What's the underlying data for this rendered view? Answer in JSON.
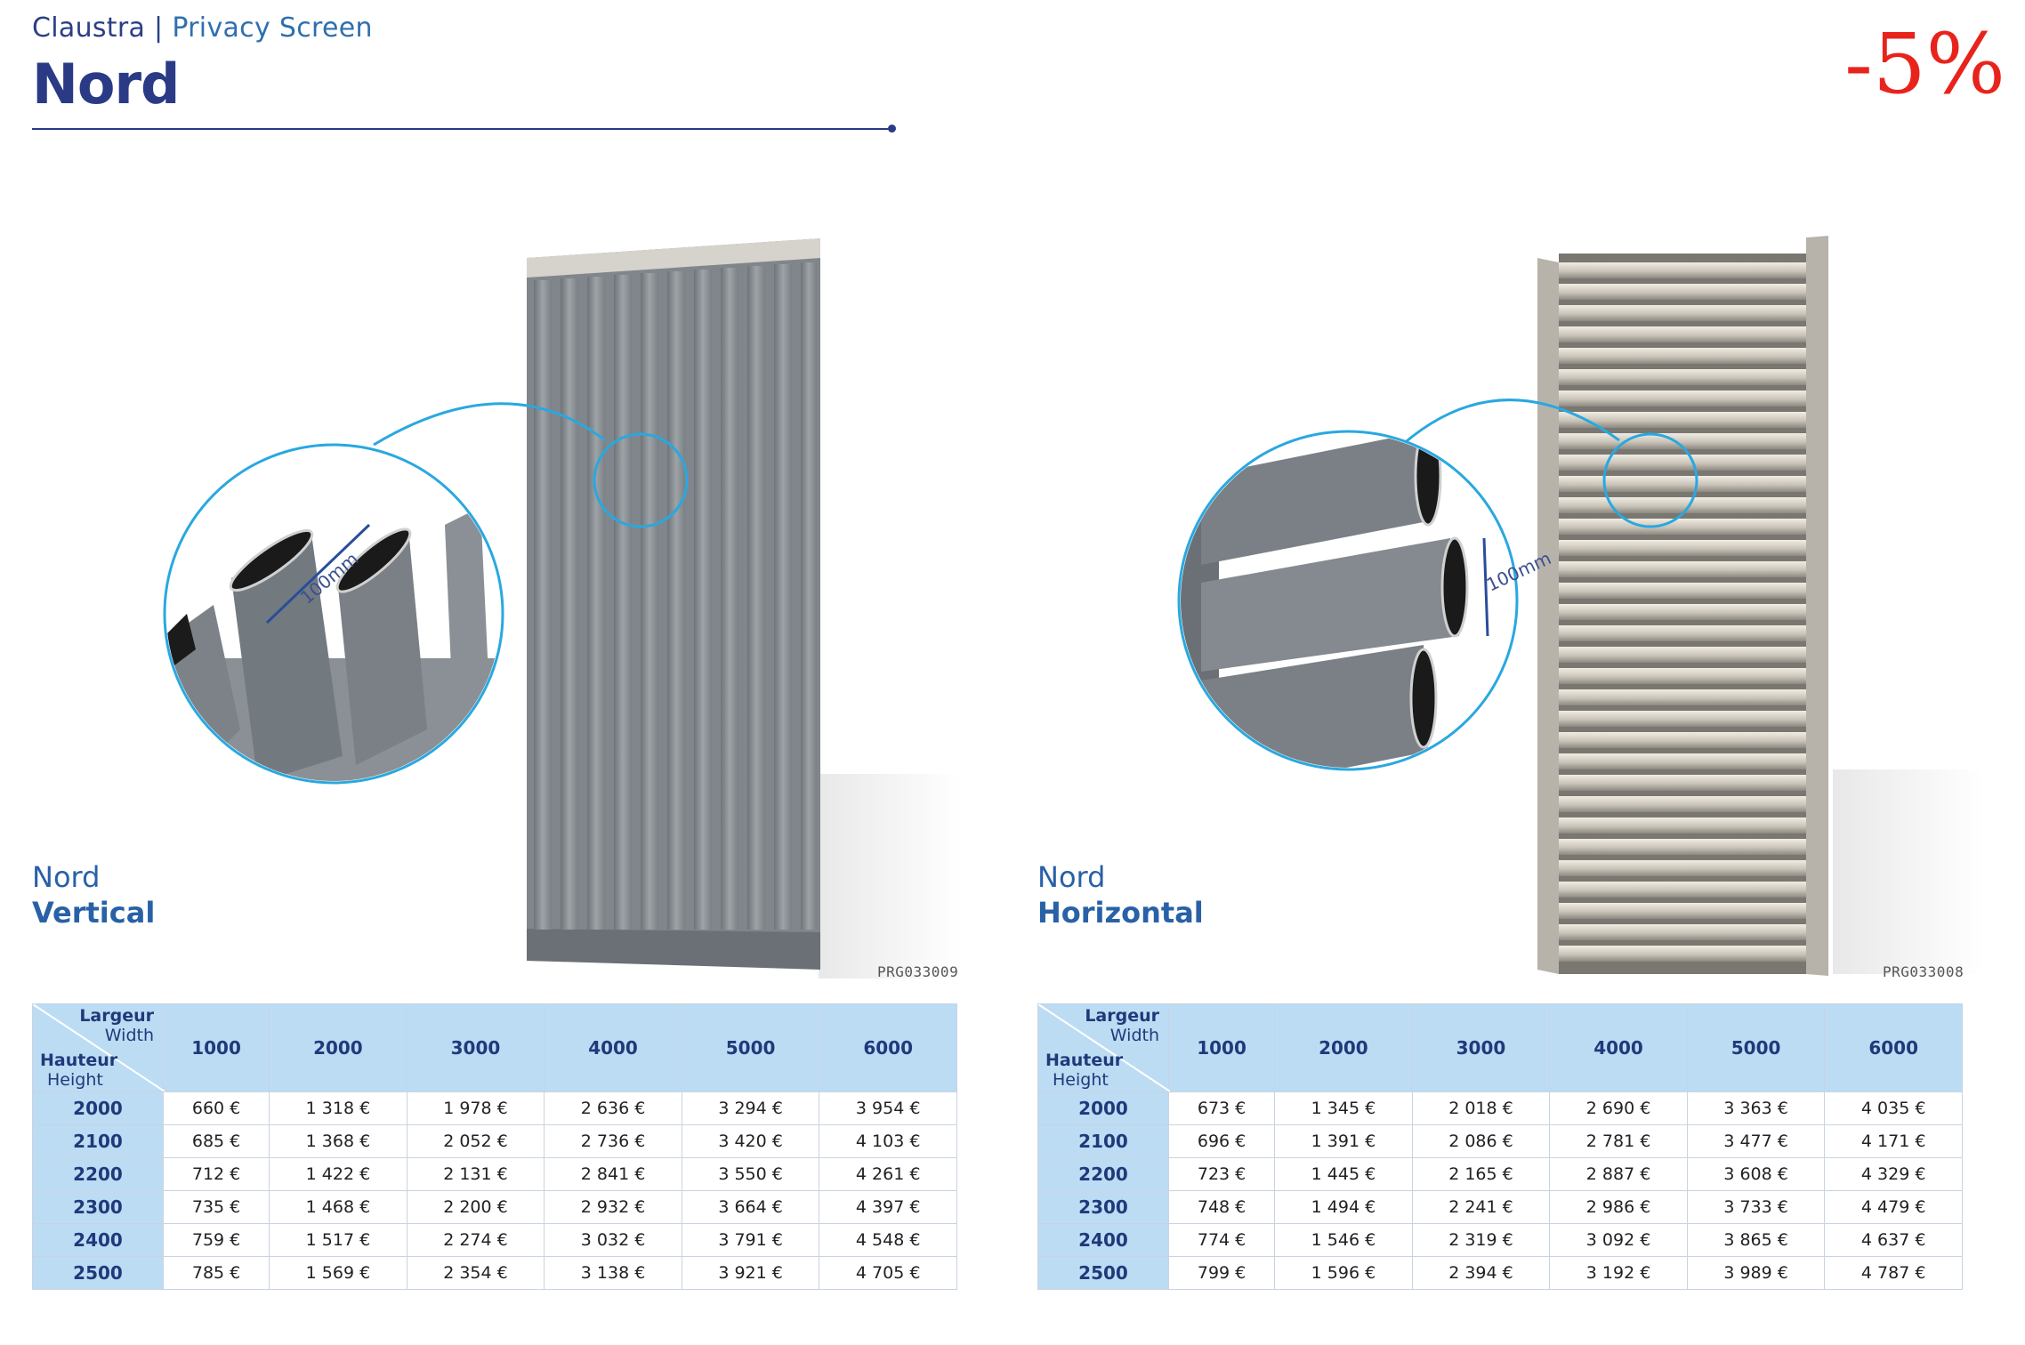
{
  "header": {
    "category": "Claustra",
    "separator": "|",
    "category_en": "Privacy Screen",
    "title": "Nord",
    "discount": "-5%"
  },
  "products": [
    {
      "name": "Nord",
      "variant": "Vertical",
      "code": "PRG033009",
      "dimension_label": "100mm",
      "table": {
        "corner_top": "Largeur",
        "corner_top_en": "Width",
        "corner_bottom": "Hauteur",
        "corner_bottom_en": "Height",
        "columns": [
          "1000",
          "2000",
          "3000",
          "4000",
          "5000",
          "6000"
        ],
        "rows": [
          {
            "height": "2000",
            "prices": [
              "660 €",
              "1 318 €",
              "1 978 €",
              "2 636 €",
              "3 294 €",
              "3 954 €"
            ]
          },
          {
            "height": "2100",
            "prices": [
              "685 €",
              "1 368 €",
              "2 052 €",
              "2 736 €",
              "3 420 €",
              "4 103 €"
            ]
          },
          {
            "height": "2200",
            "prices": [
              "712 €",
              "1 422 €",
              "2 131 €",
              "2 841 €",
              "3 550 €",
              "4 261 €"
            ]
          },
          {
            "height": "2300",
            "prices": [
              "735 €",
              "1 468 €",
              "2 200 €",
              "2 932 €",
              "3 664 €",
              "4 397 €"
            ]
          },
          {
            "height": "2400",
            "prices": [
              "759 €",
              "1 517 €",
              "2 274 €",
              "3 032 €",
              "3 791 €",
              "4 548 €"
            ]
          },
          {
            "height": "2500",
            "prices": [
              "785 €",
              "1 569 €",
              "2 354 €",
              "3 138 €",
              "3 921 €",
              "4 705 €"
            ]
          }
        ]
      }
    },
    {
      "name": "Nord",
      "variant": "Horizontal",
      "code": "PRG033008",
      "dimension_label": "100mm",
      "table": {
        "corner_top": "Largeur",
        "corner_top_en": "Width",
        "corner_bottom": "Hauteur",
        "corner_bottom_en": "Height",
        "columns": [
          "1000",
          "2000",
          "3000",
          "4000",
          "5000",
          "6000"
        ],
        "rows": [
          {
            "height": "2000",
            "prices": [
              "673 €",
              "1 345 €",
              "2 018 €",
              "2 690 €",
              "3 363 €",
              "4 035 €"
            ]
          },
          {
            "height": "2100",
            "prices": [
              "696 €",
              "1 391 €",
              "2 086 €",
              "2 781 €",
              "3 477 €",
              "4 171 €"
            ]
          },
          {
            "height": "2200",
            "prices": [
              "723 €",
              "1 445 €",
              "2 165 €",
              "2 887 €",
              "3 608 €",
              "4 329 €"
            ]
          },
          {
            "height": "2300",
            "prices": [
              "748 €",
              "1 494 €",
              "2 241 €",
              "2 986 €",
              "3 733 €",
              "4 479 €"
            ]
          },
          {
            "height": "2400",
            "prices": [
              "774 €",
              "1 546 €",
              "2 319 €",
              "3 092 €",
              "3 865 €",
              "4 637 €"
            ]
          },
          {
            "height": "2500",
            "prices": [
              "799 €",
              "1 596 €",
              "2 394 €",
              "3 192 €",
              "3 989 €",
              "4 787 €"
            ]
          }
        ]
      }
    }
  ],
  "colors": {
    "brand_navy": "#2a3a85",
    "brand_blue": "#2861a6",
    "table_header_bg": "#bcdcf4",
    "discount_red": "#e8231c",
    "callout_circle": "#29a8e0"
  }
}
